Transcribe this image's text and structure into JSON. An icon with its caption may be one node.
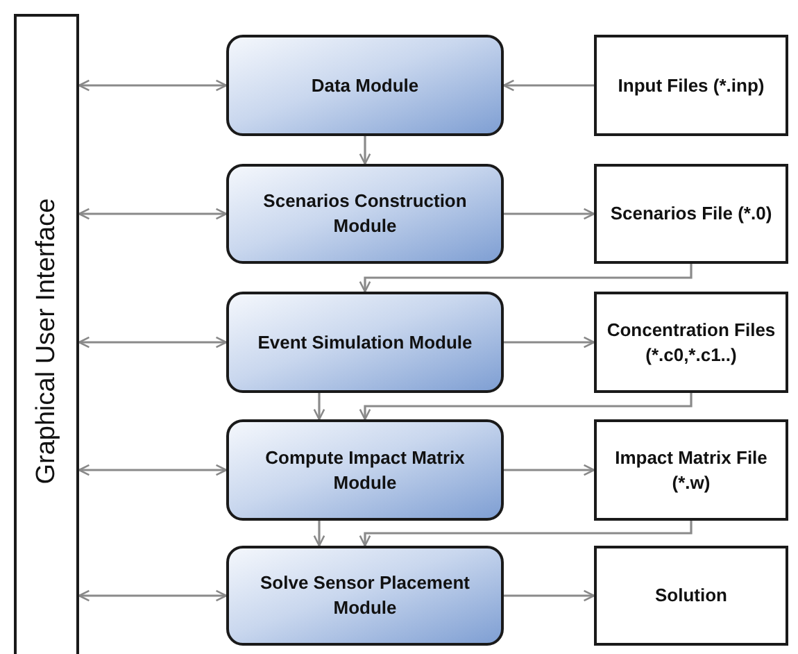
{
  "diagram": {
    "nodes": [
      {
        "text": [
          "Graphical User Interface"
        ]
      },
      {
        "text": [
          "Data Module"
        ]
      },
      {
        "text": [
          "Input Files (*.inp)"
        ]
      },
      {
        "text": [
          "Scenarios Construction Module"
        ]
      },
      {
        "text": [
          "Scenarios File (*.0)"
        ]
      },
      {
        "text": [
          "Event Simulation Module"
        ]
      },
      {
        "text": [
          "Concentration Files (*.c0,*.c1..)"
        ]
      },
      {
        "text": [
          "Compute Impact Matrix Module"
        ]
      },
      {
        "text": [
          "Impact Matrix File (*.w)"
        ]
      },
      {
        "text": [
          "Solve Sensor Placement Module"
        ]
      },
      {
        "text": [
          "Solution"
        ]
      }
    ],
    "edges": [
      {
        "from": 0,
        "to": 1,
        "arrow": "both"
      },
      {
        "from": 0,
        "to": 3,
        "arrow": "both"
      },
      {
        "from": 0,
        "to": 5,
        "arrow": "both"
      },
      {
        "from": 0,
        "to": 7,
        "arrow": "both"
      },
      {
        "from": 0,
        "to": 9,
        "arrow": "both"
      },
      {
        "from": 2,
        "to": 1,
        "arrow": "to"
      },
      {
        "from": 1,
        "to": 3,
        "arrow": "to"
      },
      {
        "from": 3,
        "to": 4,
        "arrow": "to"
      },
      {
        "from": 4,
        "to": 5,
        "arrow": "to"
      },
      {
        "from": 5,
        "to": 6,
        "arrow": "to"
      },
      {
        "from": 5,
        "to": 7,
        "arrow": "to"
      },
      {
        "from": 6,
        "to": 7,
        "arrow": "to"
      },
      {
        "from": 7,
        "to": 8,
        "arrow": "to"
      },
      {
        "from": 7,
        "to": 9,
        "arrow": "to"
      },
      {
        "from": 8,
        "to": 9,
        "arrow": "to"
      },
      {
        "from": 9,
        "to": 10,
        "arrow": "to"
      }
    ]
  }
}
